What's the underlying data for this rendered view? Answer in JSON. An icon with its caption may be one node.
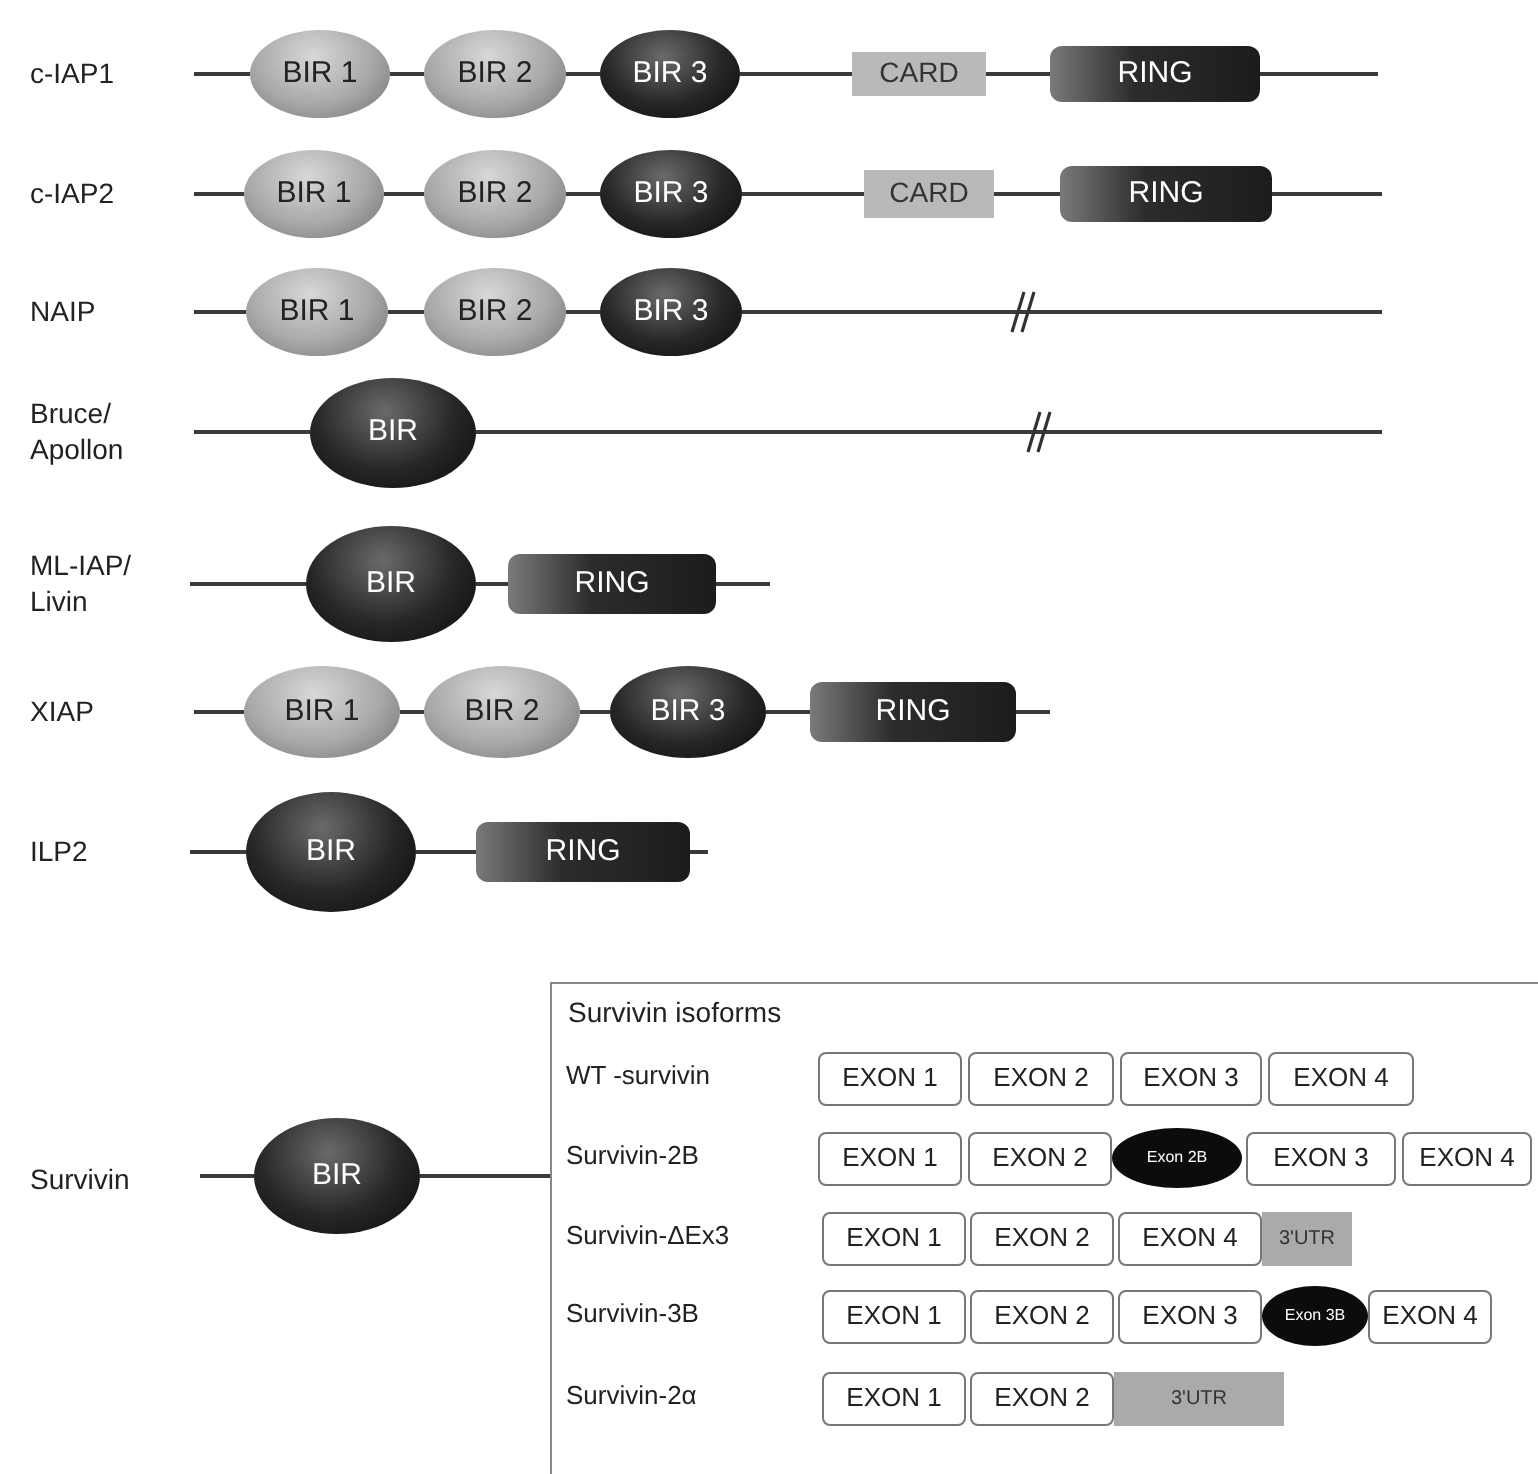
{
  "diagram": {
    "nodes": [
      {
        "text": [
          "BIR 1"
        ]
      },
      {
        "text": [
          "BIR 2"
        ]
      },
      {
        "text": [
          "BIR 3"
        ]
      },
      {
        "text": [
          "CARD"
        ]
      },
      {
        "text": [
          "RING"
        ]
      },
      {
        "text": [
          "BIR 1"
        ]
      },
      {
        "text": [
          "BIR 2"
        ]
      },
      {
        "text": [
          "BIR 3"
        ]
      },
      {
        "text": [
          "CARD"
        ]
      },
      {
        "text": [
          "RING"
        ]
      },
      {
        "text": [
          "BIR 1"
        ]
      },
      {
        "text": [
          "BIR 2"
        ]
      },
      {
        "text": [
          "BIR 3"
        ]
      },
      {
        "text": [
          "BIR"
        ]
      },
      {
        "text": [
          "BIR"
        ]
      },
      {
        "text": [
          "RING"
        ]
      },
      {
        "text": [
          "BIR 1"
        ]
      },
      {
        "text": [
          "BIR 2"
        ]
      },
      {
        "text": [
          "BIR 3"
        ]
      },
      {
        "text": [
          "RING"
        ]
      },
      {
        "text": [
          "BIR"
        ]
      },
      {
        "text": [
          "RING"
        ]
      },
      {
        "text": [
          "BIR"
        ]
      },
      {
        "text": [
          "Survivin isoforms"
        ]
      },
      {
        "text": [
          "EXON 1"
        ],
        "in": 23
      },
      {
        "text": [
          "EXON 2"
        ],
        "in": 23
      },
      {
        "text": [
          "EXON 3"
        ],
        "in": 23
      },
      {
        "text": [
          "EXON 4"
        ],
        "in": 23
      },
      {
        "text": [
          "EXON 1"
        ],
        "in": 23
      },
      {
        "text": [
          "EXON 2"
        ],
        "in": 23
      },
      {
        "text": [
          "Exon 2B"
        ],
        "in": 23
      },
      {
        "text": [
          "EXON 3"
        ],
        "in": 23
      },
      {
        "text": [
          "EXON 4"
        ],
        "in": 23
      },
      {
        "text": [
          "EXON 1"
        ],
        "in": 23
      },
      {
        "text": [
          "EXON 2"
        ],
        "in": 23
      },
      {
        "text": [
          "EXON 4"
        ],
        "in": 23
      },
      {
        "text": [
          "3'UTR"
        ],
        "in": 23
      },
      {
        "text": [
          "EXON 1"
        ],
        "in": 23
      },
      {
        "text": [
          "EXON 2"
        ],
        "in": 23
      },
      {
        "text": [
          "EXON 3"
        ],
        "in": 23
      },
      {
        "text": [
          "Exon 3B"
        ],
        "in": 23
      },
      {
        "text": [
          "EXON 4"
        ],
        "in": 23
      },
      {
        "text": [
          "EXON 1"
        ],
        "in": 23
      },
      {
        "text": [
          "EXON 2"
        ],
        "in": 23
      },
      {
        "text": [
          "3'UTR"
        ],
        "in": 23
      }
    ],
    "edges": [
      {
        "from": null,
        "to": 0,
        "arrow": "none"
      },
      {
        "from": 0,
        "to": 1,
        "arrow": "none"
      },
      {
        "from": 1,
        "to": 2,
        "arrow": "none"
      },
      {
        "from": 2,
        "to": 3,
        "arrow": "none"
      },
      {
        "from": 3,
        "to": 4,
        "arrow": "none"
      },
      {
        "from": 4,
        "to": null,
        "arrow": "none"
      },
      {
        "from": null,
        "to": 5,
        "arrow": "none"
      },
      {
        "from": 5,
        "to": 6,
        "arrow": "none"
      },
      {
        "from": 6,
        "to": 7,
        "arrow": "none"
      },
      {
        "from": 7,
        "to": 8,
        "arrow": "none"
      },
      {
        "from": 8,
        "to": 9,
        "arrow": "none"
      },
      {
        "from": 9,
        "to": null,
        "arrow": "none"
      },
      {
        "from": null,
        "to": 10,
        "arrow": "none"
      },
      {
        "from": 10,
        "to": 11,
        "arrow": "none"
      },
      {
        "from": 11,
        "to": 12,
        "arrow": "none"
      },
      {
        "from": 12,
        "to": null,
        "arrow": "none"
      },
      {
        "from": null,
        "to": 13,
        "arrow": "none"
      },
      {
        "from": 13,
        "to": null,
        "arrow": "none"
      },
      {
        "from": null,
        "to": 14,
        "arrow": "none"
      },
      {
        "from": 14,
        "to": 15,
        "arrow": "none"
      },
      {
        "from": 15,
        "to": null,
        "arrow": "none"
      },
      {
        "from": null,
        "to": 16,
        "arrow": "none"
      },
      {
        "from": 16,
        "to": 17,
        "arrow": "none"
      },
      {
        "from": 17,
        "to": 18,
        "arrow": "none"
      },
      {
        "from": 18,
        "to": 19,
        "arrow": "none"
      },
      {
        "from": 19,
        "to": null,
        "arrow": "none"
      },
      {
        "from": null,
        "to": 20,
        "arrow": "none"
      },
      {
        "from": 20,
        "to": 21,
        "arrow": "none"
      },
      {
        "from": 21,
        "to": null,
        "arrow": "none"
      },
      {
        "from": null,
        "to": 22,
        "arrow": "none"
      },
      {
        "from": 22,
        "to": 23,
        "arrow": "none"
      }
    ],
    "labels": [
      "c-IAP1",
      "c-IAP2",
      "NAIP",
      "Bruce/ Apollon",
      "ML-IAP/ Livin",
      "XIAP",
      "ILP2",
      "Survivin",
      "WT -survivin",
      "Survivin-2B",
      "Survivin-ΔEx3",
      "Survivin-3B",
      "Survivin-2α"
    ]
  }
}
